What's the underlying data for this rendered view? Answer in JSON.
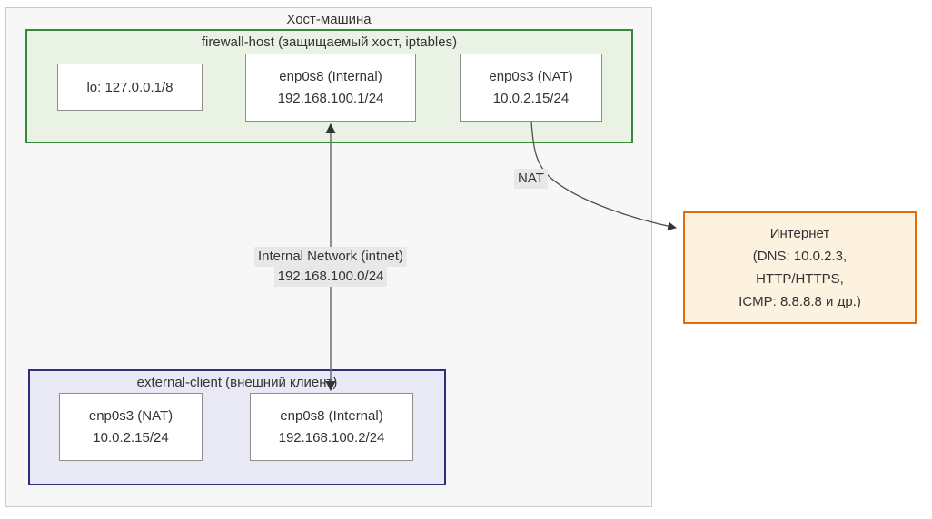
{
  "host": {
    "title": "Хост-машина"
  },
  "firewall": {
    "title": "firewall-host (защищаемый хост, iptables)",
    "nodes": [
      {
        "label": "lo: 127.0.0.1/8"
      },
      {
        "line1": "enp0s8 (Internal)",
        "line2": "192.168.100.1/24"
      },
      {
        "line1": "enp0s3 (NAT)",
        "line2": "10.0.2.15/24"
      }
    ]
  },
  "client": {
    "title": "external-client (внешний клиент)",
    "nodes": [
      {
        "line1": "enp0s3 (NAT)",
        "line2": "10.0.2.15/24"
      },
      {
        "line1": "enp0s8 (Internal)",
        "line2": "192.168.100.2/24"
      }
    ]
  },
  "internet": {
    "line1": "Интернет",
    "line2": "(DNS: 10.0.2.3,",
    "line3": "HTTP/HTTPS,",
    "line4": "ICMP: 8.8.8.8 и др.)"
  },
  "edges": {
    "intnet": {
      "label_line1": "Internal Network (intnet)",
      "label_line2": "192.168.100.0/24",
      "from": "firewall enp0s8",
      "to": "external-client enp0s8",
      "style": "double-arrow vertical"
    },
    "nat": {
      "label": "NAT",
      "from": "firewall enp0s3",
      "to": "internet",
      "style": "curved arrow"
    }
  },
  "colors": {
    "text_color": "#333333",
    "host_bg": "#f7f7f7",
    "host_border": "#c9c9c9",
    "firewall_bg": "#e9f2e5",
    "firewall_border": "#38883a",
    "client_bg": "#e9e9f5",
    "client_border": "#2e2e7d",
    "internet_bg": "#fdf2df",
    "internet_border": "#e56c0c",
    "node_bg": "#ffffff",
    "node_border": "#8f8f8f",
    "edge_label_bg": "#e8e8e8",
    "edge_line": "#6f6f6f",
    "arrowhead": "#333333"
  }
}
